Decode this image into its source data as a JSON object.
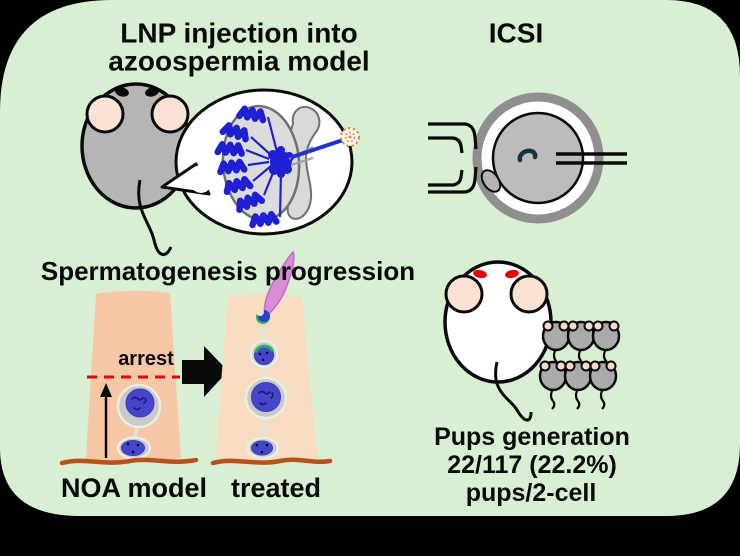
{
  "panels": {
    "lnp": {
      "title_line1": "LNP injection into",
      "title_line2": "azoospermia model"
    },
    "icsi": {
      "title": "ICSI"
    },
    "spermatogenesis": {
      "title": "Spermatogenesis progression",
      "arrest": "arrest",
      "noa": "NOA model",
      "treated": "treated"
    },
    "pups": {
      "line1": "Pups generation",
      "line2": "22/117 (22.2%)",
      "line3": "pups/2-cell"
    }
  },
  "colors": {
    "background": "#d9efd3",
    "outside": "#000000",
    "tissue_noa": "#f6c7a6",
    "tissue_treated": "#f8dcc2",
    "nucleus_blue": "#4646cb",
    "cytoplasm_gray": "#c9c9c9",
    "acrosome_green": "#25b35a",
    "flagellum_pink": "#d78ed6",
    "basement_membrane_brown": "#b5531c",
    "tubule_blue": "#1f1fd6",
    "needle_blue": "#2233cc",
    "lnp_orange": "#dd8844",
    "arrest_line_red": "#f00000",
    "mouse_gray": "#b5b5b5",
    "pup_gray": "#ababab",
    "ear_pink": "#fbe3d3",
    "eye_red": "#e80000",
    "oocyte_gray": "#bcbcbc",
    "zona_gray": "#8f8f8f"
  }
}
